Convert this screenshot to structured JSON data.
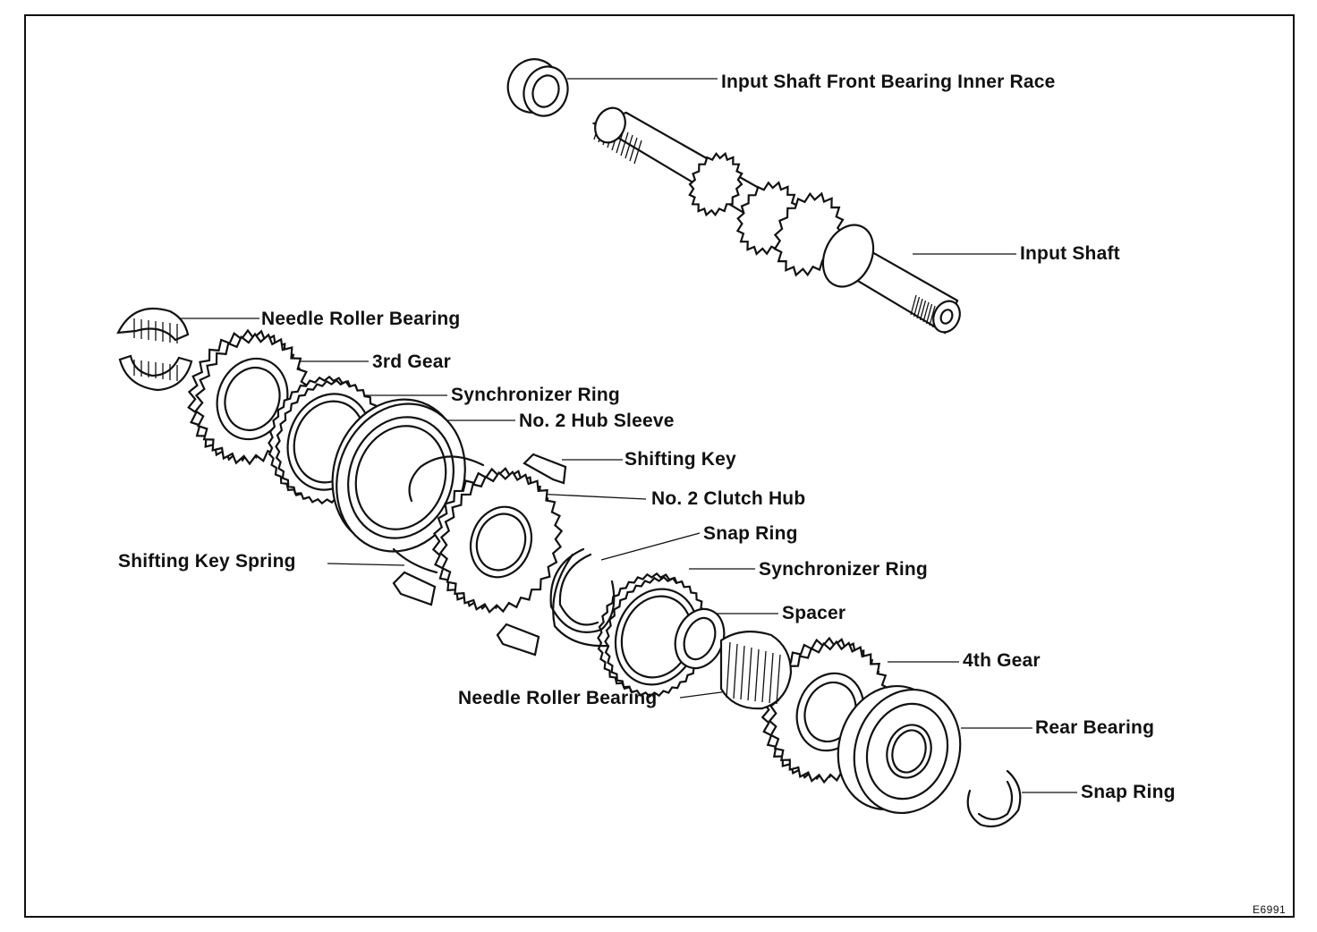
{
  "labels": {
    "front_race": "Input Shaft Front Bearing Inner Race",
    "input_shaft": "Input Shaft",
    "needle_bearing_1": "Needle Roller Bearing",
    "gear_3rd": "3rd Gear",
    "sync_ring_1": "Synchronizer Ring",
    "hub_sleeve": "No. 2 Hub Sleeve",
    "shifting_key": "Shifting Key",
    "clutch_hub": "No. 2 Clutch Hub",
    "snap_ring_1": "Snap Ring",
    "key_spring": "Shifting  Key  Spring",
    "sync_ring_2": "Synchronizer Ring",
    "spacer": "Spacer",
    "gear_4th": "4th Gear",
    "needle_bearing_2": "Needle Roller Bearing",
    "rear_bearing": "Rear Bearing",
    "snap_ring_2": "Snap Ring"
  },
  "figure_code": "E6991"
}
